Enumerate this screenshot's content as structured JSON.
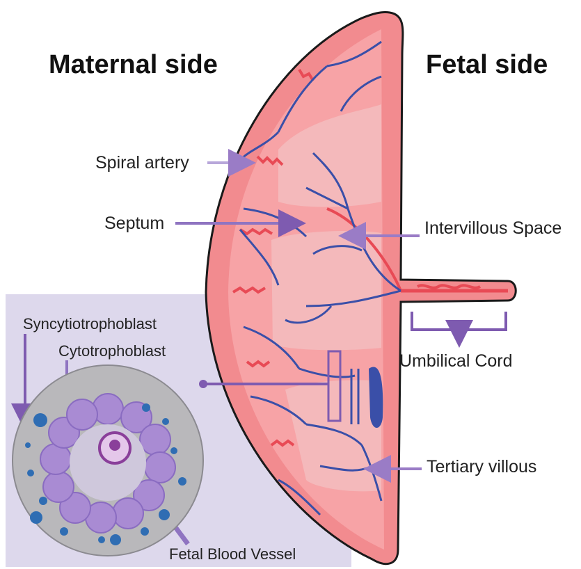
{
  "headings": {
    "maternal": "Maternal side",
    "fetal": "Fetal side"
  },
  "labels": {
    "spiral_artery": "Spiral artery",
    "septum": "Septum",
    "intervillous_space": "Intervillous Space",
    "umbilical_cord": "Umbilical Cord",
    "tertiary_villous": "Tertiary villous",
    "syncytiotrophoblast": "Syncytiotrophoblast",
    "cytotrophoblast": "Cytotrophoblast",
    "fetal_blood_vessel": "Fetal Blood Vessel"
  },
  "colors": {
    "placenta_outer": "#f28b8f",
    "placenta_inner": "#f7a3a6",
    "placenta_lobe": "#f4b9bb",
    "vessel_red": "#e84a55",
    "vessel_blue": "#3a4fa8",
    "arrow_purple": "#7e5bb0",
    "inset_bg": "#ddd8ec",
    "cell_purple": "#a98bd3",
    "cell_nucleus": "#8d6cc2",
    "disc_gray": "#b9b8bb",
    "dot_blue": "#2f6db3"
  }
}
